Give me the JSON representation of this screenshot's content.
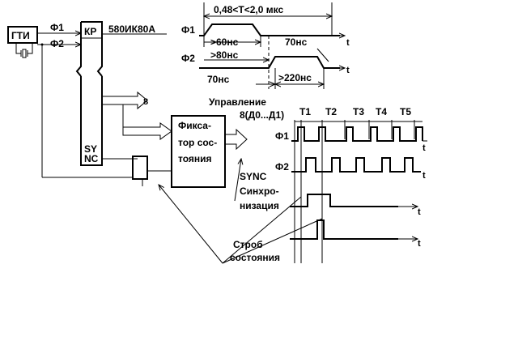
{
  "gti": {
    "label": "ГТИ"
  },
  "cpu": {
    "kr": "КР",
    "model": "580ИК80А",
    "sync": [
      "SY",
      "NC"
    ]
  },
  "signals": {
    "f1": "Ф1",
    "f2": "Ф2"
  },
  "bus": {
    "width": "8",
    "title": "Управление",
    "data": "8(Д0...Д1)"
  },
  "latch": {
    "lines": [
      "Фикса-",
      "тор сос-",
      "тояния"
    ]
  },
  "timing_top": {
    "period": "0,48<T<2,0 мкс",
    "f1_width": ">60нс",
    "f2_width": ">80нс",
    "gap1": "70нс",
    "gap2": "70нс",
    "f2_pulse": ">220нс",
    "axis": "t"
  },
  "timing_right": {
    "states": [
      "T1",
      "T2",
      "T3",
      "T4",
      "T5"
    ],
    "sync_label": "SYNC",
    "sinc_label": [
      "Синхро-",
      "низация"
    ],
    "strobe_label": [
      "Строб",
      "состояния"
    ],
    "axis": "t"
  }
}
